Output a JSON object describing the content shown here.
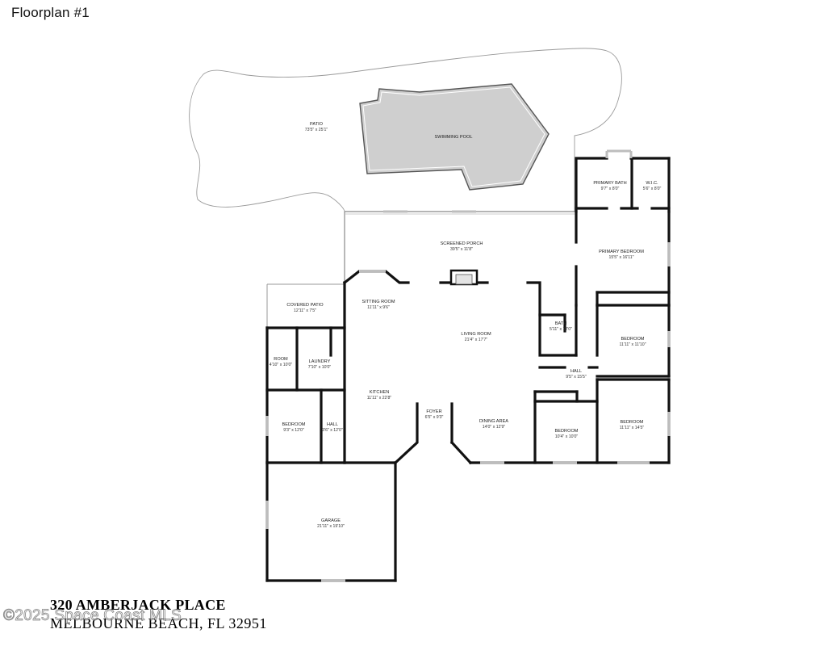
{
  "title": "Floorplan #1",
  "address": {
    "line1": "320 AMBERJACK PLACE",
    "line2": "MELBOURNE BEACH, FL 32951"
  },
  "watermark": "©2025 Space Coast MLS",
  "rooms": {
    "patio": {
      "name": "PATIO",
      "dims": "73'5\" x 25'1\""
    },
    "pool": {
      "name": "SWIMMING POOL",
      "dims": ""
    },
    "primary_bath": {
      "name": "PRIMARY BATH",
      "dims": "9'7\" x 8'0\""
    },
    "wic": {
      "name": "W.I.C.",
      "dims": "5'6\" x 8'0\""
    },
    "screened_porch": {
      "name": "SCREENED PORCH",
      "dims": "39'5\" x 11'8\""
    },
    "primary_bedroom": {
      "name": "PRIMARY BEDROOM",
      "dims": "15'5\" x 16'11\""
    },
    "covered_patio": {
      "name": "COVERED PATIO",
      "dims": "12'11\" x 7'5\""
    },
    "sitting_room": {
      "name": "SITTING ROOM",
      "dims": "11'11\" x 9'6\""
    },
    "living_room": {
      "name": "LIVING ROOM",
      "dims": "21'4\" x 17'7\""
    },
    "bath": {
      "name": "BATH",
      "dims": "5'11\" x 12'0\""
    },
    "bedroom_1": {
      "name": "BEDROOM",
      "dims": "11'11\" x 11'10\""
    },
    "room": {
      "name": "ROOM",
      "dims": "4'10\" x 10'0\""
    },
    "laundry": {
      "name": "LAUNDRY",
      "dims": "7'10\" x 10'0\""
    },
    "hall_1": {
      "name": "HALL",
      "dims": "9'5\" x 15'5\""
    },
    "kitchen": {
      "name": "KITCHEN",
      "dims": "11'11\" x 22'8\""
    },
    "foyer": {
      "name": "FOYER",
      "dims": "6'5\" x 9'3\""
    },
    "dining_area": {
      "name": "DINING AREA",
      "dims": "14'0\" x 12'9\""
    },
    "bedroom_2": {
      "name": "BEDROOM",
      "dims": "10'4\" x 10'0\""
    },
    "bedroom_3": {
      "name": "BEDROOM",
      "dims": "11'11\" x 14'5\""
    },
    "bedroom_4": {
      "name": "BEDROOM",
      "dims": "9'3\" x 12'0\""
    },
    "hall_2": {
      "name": "HALL",
      "dims": "3'6\" x 12'0\""
    },
    "garage": {
      "name": "GARAGE",
      "dims": "21'11\" x 19'10\""
    }
  }
}
